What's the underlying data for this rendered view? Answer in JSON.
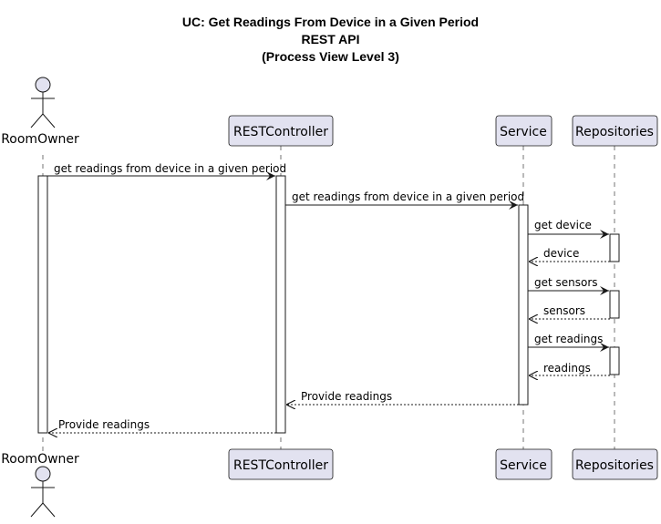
{
  "title": {
    "line1": "UC: Get Readings From Device in a Given Period",
    "line2": "REST API",
    "line3": "(Process View Level 3)"
  },
  "participants": {
    "actor": "RoomOwner",
    "controller": "RESTController",
    "service": "Service",
    "repositories": "Repositories"
  },
  "messages": {
    "m1": "get readings from device in a given period",
    "m2": "get readings from device in a given period",
    "m3": "get device",
    "m4": "device",
    "m5": "get sensors",
    "m6": "sensors",
    "m7": "get readings",
    "m8": "readings",
    "m9": "Provide readings",
    "m10": "Provide readings"
  },
  "colors": {
    "participant_fill": "#E2E2F0",
    "participant_border": "#181818",
    "lifeline": "#181818",
    "activation_fill": "#FFFFFF"
  }
}
